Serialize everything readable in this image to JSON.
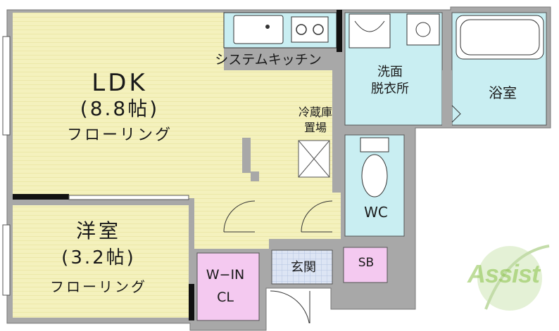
{
  "rooms": {
    "ldk": {
      "name": "LDK",
      "size": "(8.8帖)",
      "floor": "フローリング"
    },
    "kitchen": {
      "label": "システムキッチン"
    },
    "fridge": {
      "line1": "冷蔵庫",
      "line2": "置場"
    },
    "washroom": {
      "line1": "洗面",
      "line2": "脱衣所"
    },
    "bathroom": {
      "label": "浴室"
    },
    "toilet": {
      "label": "WC"
    },
    "western": {
      "name": "洋室",
      "size": "(3.2帖)",
      "floor": "フローリング"
    },
    "closet": {
      "line1": "W−IN",
      "line2": "CL"
    },
    "entrance": {
      "label": "玄関"
    },
    "shoe_box": {
      "label": "SB"
    }
  },
  "logo": {
    "text": "Assist"
  },
  "colors": {
    "ldk_floor": "#f3f0b8",
    "wet_area": "#c9eef2",
    "closet": "#f4c9f0",
    "wall": "#a9a9a9",
    "entrance": "#dfe6f3",
    "logo": "#8bc34a"
  }
}
